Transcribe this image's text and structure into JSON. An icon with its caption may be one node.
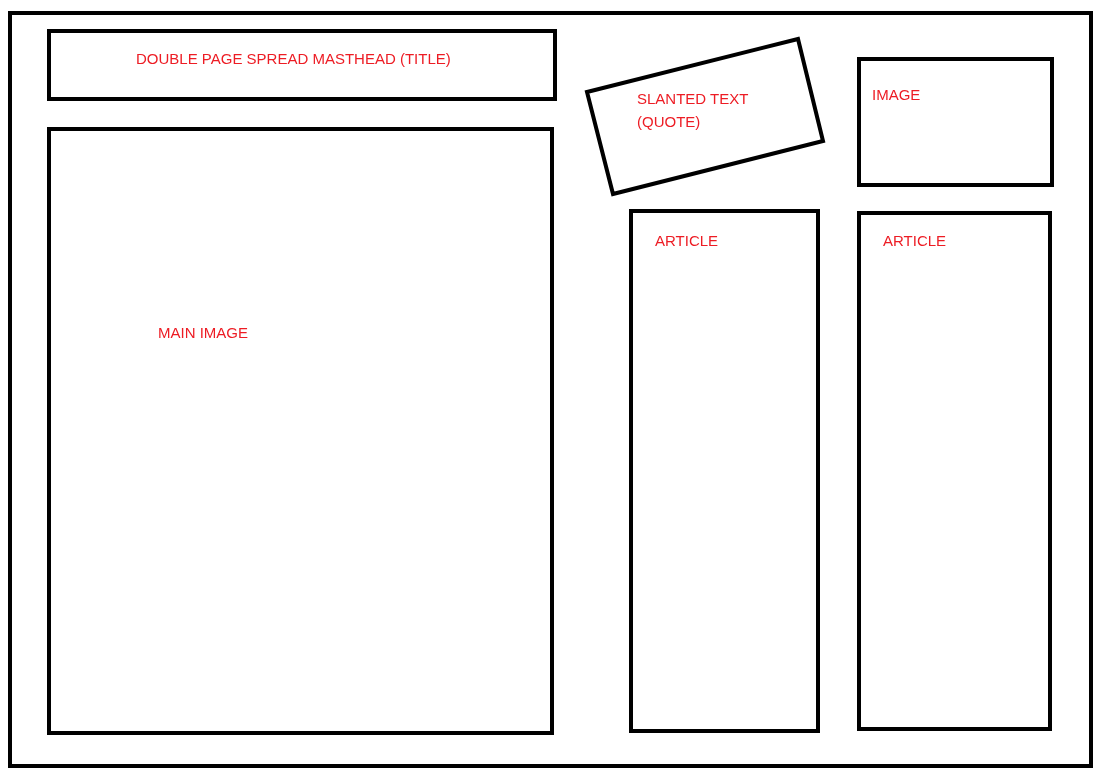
{
  "diagram": {
    "nodes": [
      {
        "text": [],
        "shape": "box"
      },
      {
        "text": [
          "DOUBLE PAGE SPREAD MASTHEAD (TITLE)"
        ],
        "in": 0
      },
      {
        "text": [
          "SLANTED TEXT (QUOTE)"
        ],
        "in": 0
      },
      {
        "text": [
          "IMAGE"
        ],
        "in": 0
      },
      {
        "text": [
          "MAIN IMAGE"
        ],
        "in": 0
      },
      {
        "text": [
          "ARTICLE"
        ],
        "in": 0
      },
      {
        "text": [
          "ARTICLE"
        ],
        "in": 0
      }
    ]
  }
}
